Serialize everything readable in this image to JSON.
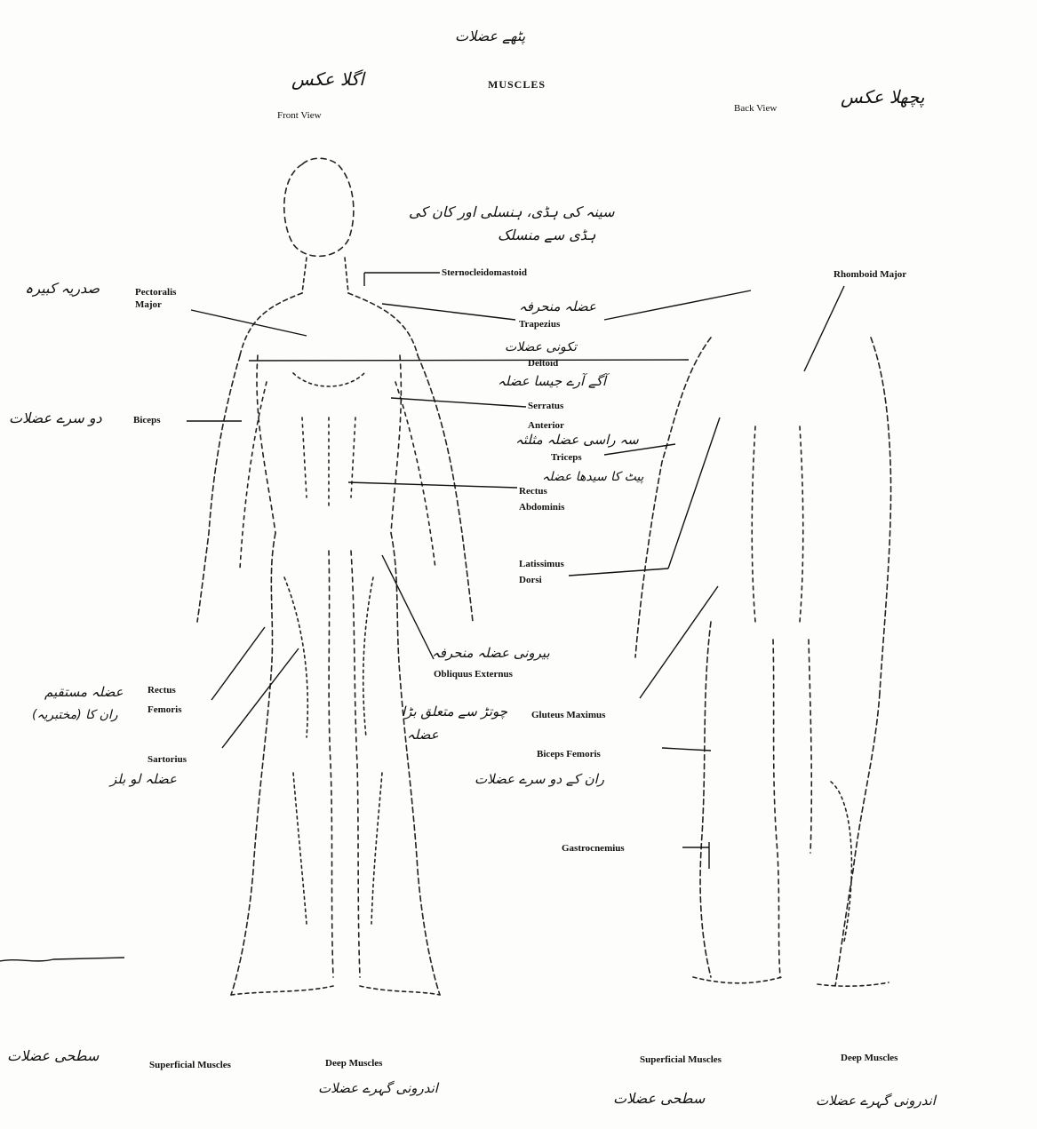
{
  "header": {
    "urdu_title": "پٹھے عضلات",
    "title": "MUSCLES",
    "front_view": "Front View",
    "back_view": "Back View",
    "front_urdu": "اگلا عکس",
    "back_urdu": "پچھلا عکس"
  },
  "labels": {
    "sternocleidomastoid": "Sternocleidomastoid",
    "sternocleidomastoid_urdu_1": "سینہ کی ہڈی، ہنسلی اور کان کی",
    "sternocleidomastoid_urdu_2": "ہڈی سے منسلک",
    "pectoralis_major": "Pectoralis\nMajor",
    "pectoralis_major_urdu": "صدریہ کبیرہ",
    "rhomboid_major": "Rhomboid Major",
    "trapezius_urdu": "عضلہ منحرفہ",
    "trapezius": "Trapezius",
    "deltoid_urdu": "تکونی عضلات",
    "deltoid": "Deltoid",
    "serratus_urdu": "آگے آرے جیسا عضلہ",
    "serratus_anterior": "Serratus\nAnterior",
    "biceps": "Biceps",
    "biceps_urdu": "دو سرے عضلات",
    "triceps_urdu": "سہ راسی عضلہ مثلثہ",
    "triceps": "Triceps",
    "rectus_abdominis_urdu": "پیٹ کا سیدھا عضلہ",
    "rectus_abdominis": "Rectus\nAbdominis",
    "latissimus_dorsi": "Latissimus\nDorsi",
    "obliquus_urdu": "بیرونی عضلہ منحرفہ",
    "obliquus_externus": "Obliquus Externus",
    "rectus_femoris": "Rectus\nFemoris",
    "rectus_femoris_urdu_1": "عضلہ مستقیم",
    "rectus_femoris_urdu_2": "ران کا (مختبریہ)",
    "gluteus_urdu_1": "چوتڑ سے متعلق بڑا",
    "gluteus_urdu_2": "عضلہ",
    "gluteus_maximus": "Gluteus Maximus",
    "sartorius": "Sartorius",
    "sartorius_urdu": "عضلہ لو بلز",
    "biceps_femoris": "Biceps Femoris",
    "biceps_femoris_urdu": "ران کے دو سرے عضلات",
    "gastrocnemius": "Gastrocnemius"
  },
  "footer": {
    "front_superficial": "Superficial Muscles",
    "front_superficial_urdu": "سطحی عضلات",
    "front_deep": "Deep Muscles",
    "front_deep_urdu": "اندرونی گہرے عضلات",
    "back_superficial": "Superficial Muscles",
    "back_superficial_urdu": "سطحی عضلات",
    "back_deep": "Deep Muscles",
    "back_deep_urdu": "اندرونی گہرے عضلات"
  }
}
